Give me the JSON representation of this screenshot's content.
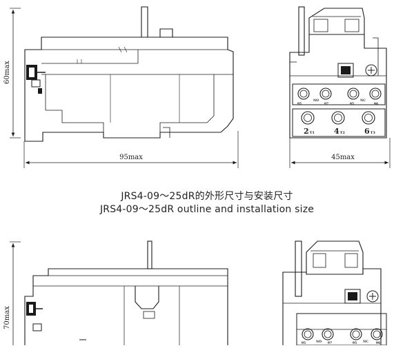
{
  "top_drawing": {
    "height_label": "60max",
    "width_label": "95max",
    "side_width_label": "45max",
    "terminal_codes": [
      "95",
      "NO",
      "97",
      "95",
      "NC",
      "96"
    ],
    "terminal_numbers": [
      {
        "num": "2",
        "sub": "T1"
      },
      {
        "num": "4",
        "sub": "T2"
      },
      {
        "num": "6",
        "sub": "T3"
      }
    ]
  },
  "caption": {
    "cn": "JRS4-09～25dR的外形尺寸与安装尺寸",
    "en": "JRS4-09～25dR outline and installation size"
  },
  "bottom_drawing": {
    "height_label": "70max",
    "terminal_codes": [
      "95",
      "NO",
      "97",
      "95",
      "NC",
      "96"
    ]
  },
  "colors": {
    "line": "#1a1a1a",
    "background": "#ffffff",
    "text": "#222222"
  }
}
